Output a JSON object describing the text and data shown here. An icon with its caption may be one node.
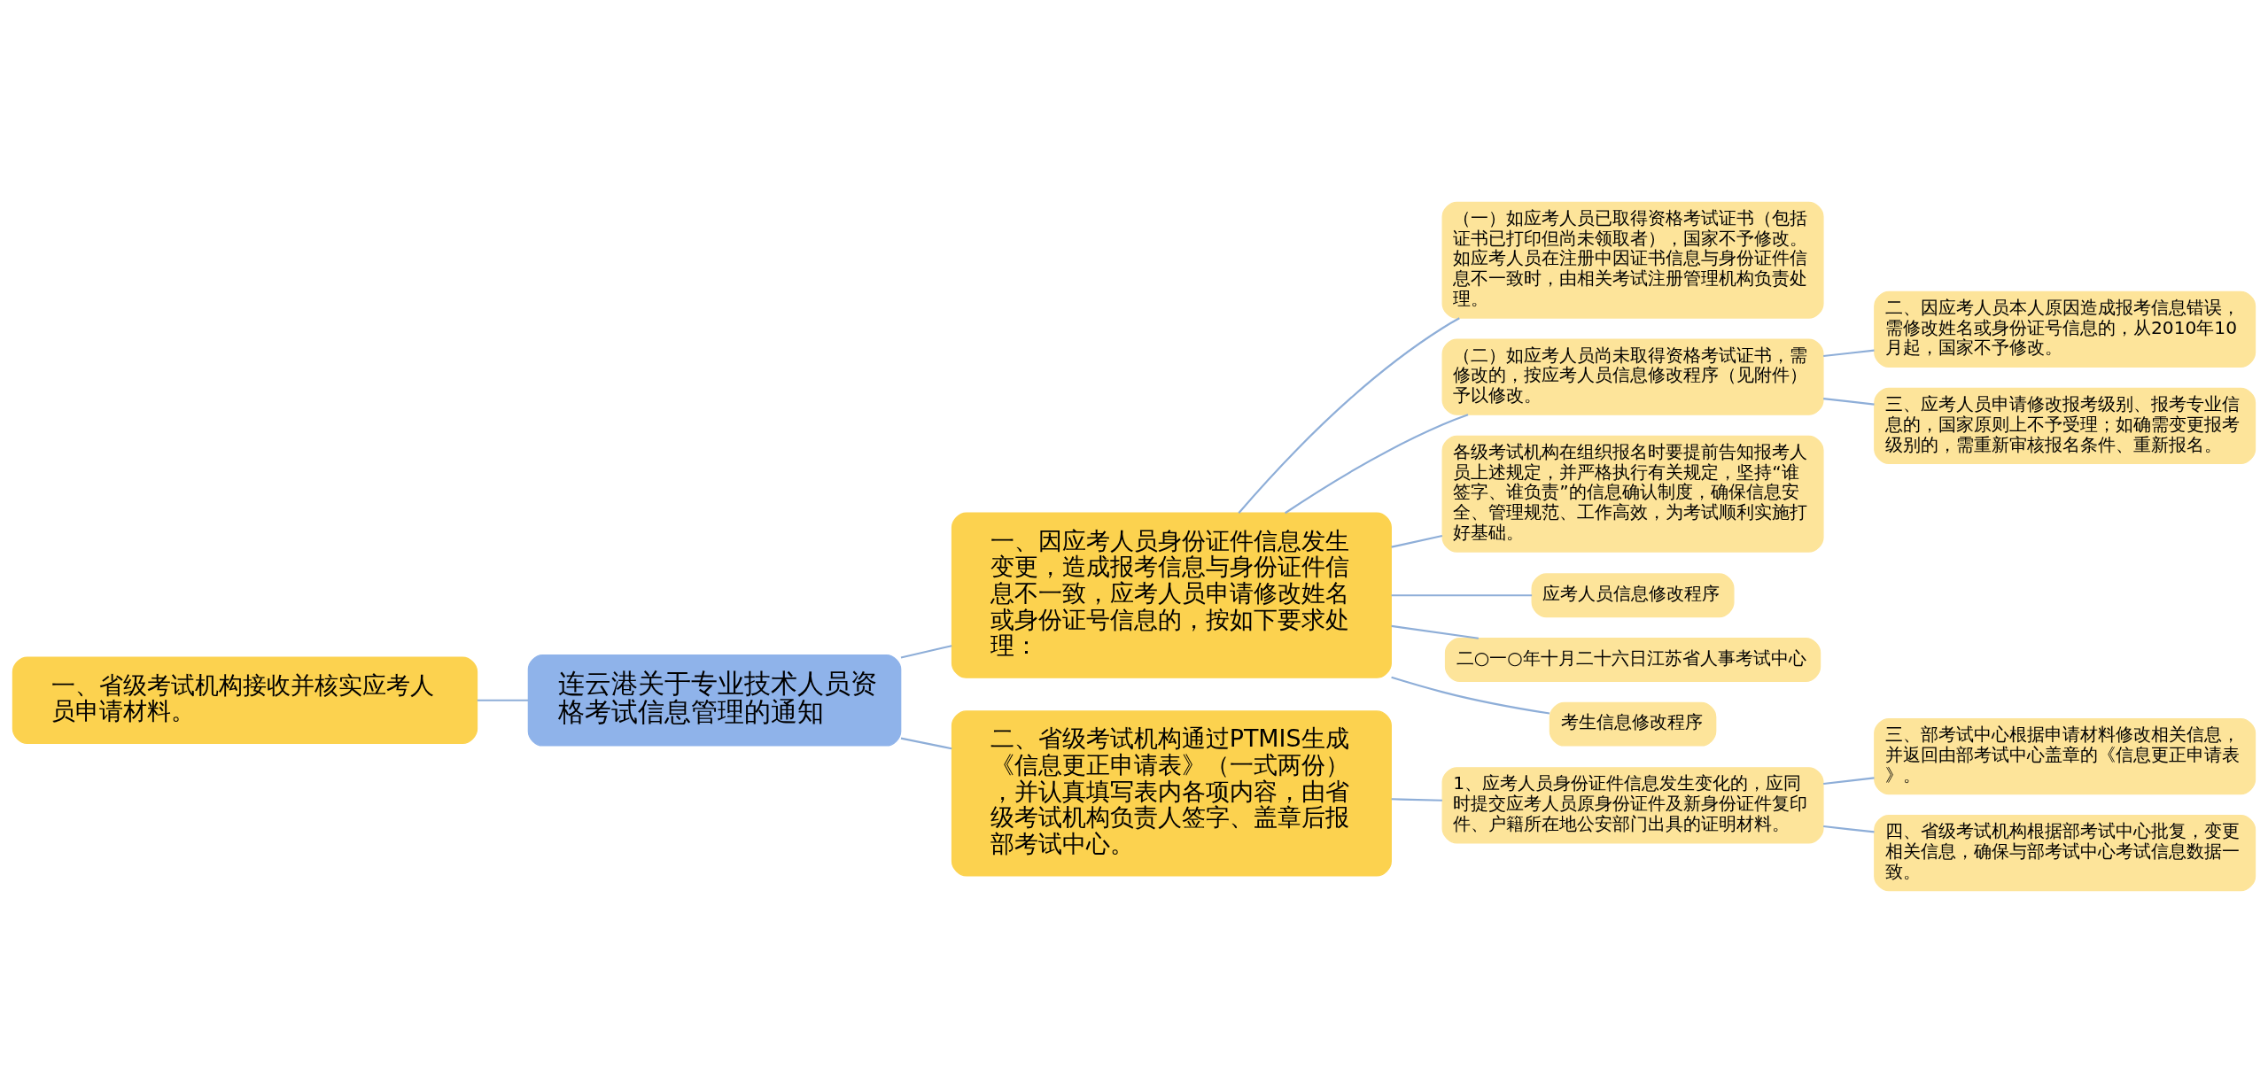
{
  "diagram": {
    "nodes": [
      {
        "text": [
          "一、省级考试机构接收并核实应考人员申请材料。"
        ]
      },
      {
        "text": [
          "连云港关于专业技术人员资格考试信息管理的通知"
        ]
      },
      {
        "text": [
          "一、因应考人员身份证件信息发生变更，造成报考信息与身份证件信息不一致，应考人员申请修改姓名或身份证号信息的，按如下要求处理："
        ]
      },
      {
        "text": [
          "（一）如应考人员已取得资格考试证书（包括证书已打印但尚未领取者），国家不予修改。如应考人员在注册中因证书信息与身份证件信息不一致时，由相关考试注册管理机构负责处理。"
        ]
      },
      {
        "text": [
          "（二）如应考人员尚未取得资格考试证书，需修改的，按应考人员信息修改程序（见附件）予以修改。"
        ]
      },
      {
        "text": [
          "二、因应考人员本人原因造成报考信息错误，需修改姓名或身份证号信息的，从2010年10月起，国家不予修改。"
        ]
      },
      {
        "text": [
          "三、应考人员申请修改报考级别、报考专业信息的，国家原则上不予受理；如确需变更报考级别的，需重新审核报名条件、重新报名。"
        ]
      },
      {
        "text": [
          "各级考试机构在组织报名时要提前告知报考人员上述规定，并严格执行有关规定，坚持“谁签字、谁负责”的信息确认制度，确保信息安全、管理规范、工作高效，为考试顺利实施打好基础。"
        ]
      },
      {
        "text": [
          "应考人员信息修改程序"
        ]
      },
      {
        "text": [
          "二○一○年十月二十六日江苏省人事考试中心"
        ]
      },
      {
        "text": [
          "考生信息修改程序"
        ]
      },
      {
        "text": [
          "二、省级考试机构通过PTMIS生成《信息更正申请表》（一式两份），并认真填写表内各项内容，由省级考试机构负责人签字、盖章后报部考试中心。"
        ]
      },
      {
        "text": [
          "1、应考人员身份证件信息发生变化的，应同时提交应考人员原身份证件及新身份证件复印件、户籍所在地公安部门出具的证明材料。"
        ]
      },
      {
        "text": [
          "三、部考试中心根据申请材料修改相关信息，并返回由部考试中心盖章的《信息更正申请表》。"
        ]
      },
      {
        "text": [
          "四、省级考试机构根据部考试中心批复，变更相关信息，确保与部考试中心考试信息数据一致。"
        ]
      }
    ],
    "edges": [
      {
        "from": 0,
        "to": 1,
        "arrow": "none"
      },
      {
        "from": 1,
        "to": 2,
        "arrow": "none"
      },
      {
        "from": 1,
        "to": 11,
        "arrow": "none"
      },
      {
        "from": 2,
        "to": 3,
        "arrow": "none"
      },
      {
        "from": 2,
        "to": 4,
        "arrow": "none"
      },
      {
        "from": 2,
        "to": 7,
        "arrow": "none"
      },
      {
        "from": 2,
        "to": 8,
        "arrow": "none"
      },
      {
        "from": 2,
        "to": 9,
        "arrow": "none"
      },
      {
        "from": 2,
        "to": 10,
        "arrow": "none"
      },
      {
        "from": 4,
        "to": 5,
        "arrow": "none"
      },
      {
        "from": 4,
        "to": 6,
        "arrow": "none"
      },
      {
        "from": 11,
        "to": 12,
        "arrow": "none"
      },
      {
        "from": 12,
        "to": 13,
        "arrow": "none"
      },
      {
        "from": 12,
        "to": 14,
        "arrow": "none"
      }
    ]
  }
}
